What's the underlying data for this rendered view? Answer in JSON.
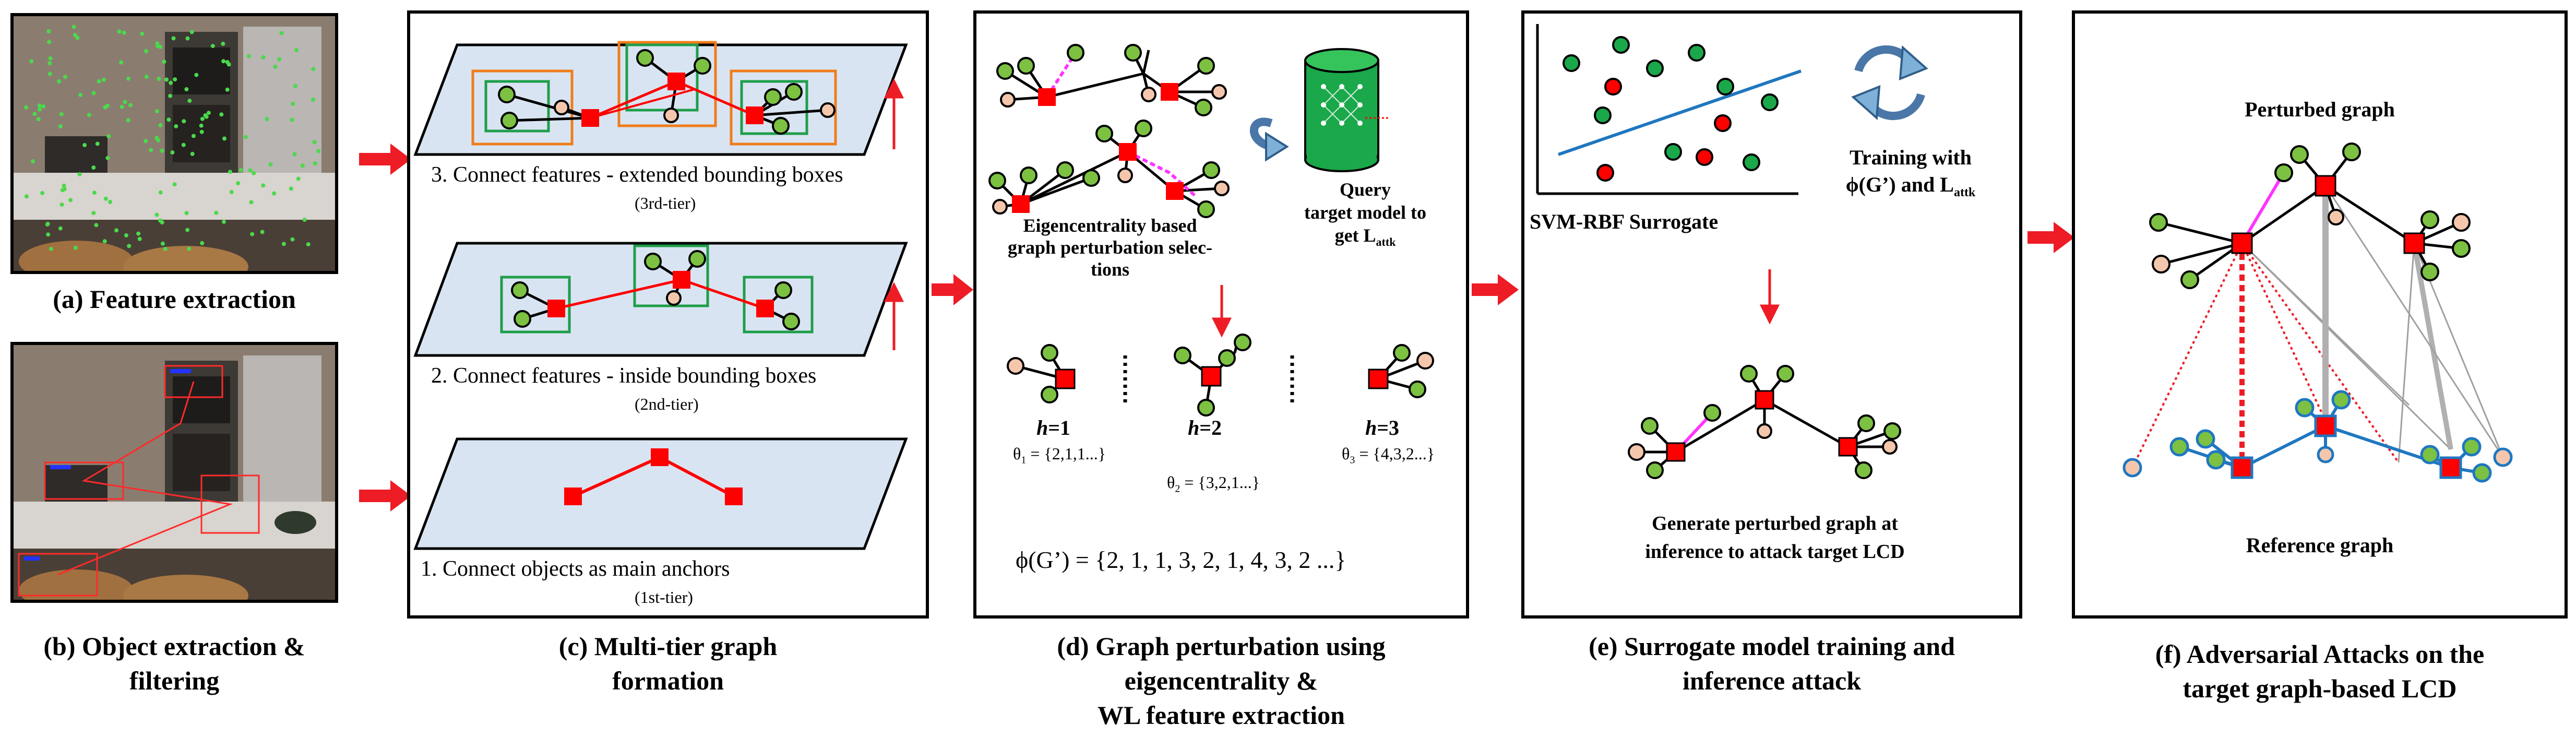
{
  "captions": {
    "a": "(a) Feature extraction",
    "b_line1": "(b) Object extraction &",
    "b_line2": "filtering",
    "c_line1": "(c) Multi-tier graph",
    "c_line2": "formation",
    "d_line1": "(d) Graph perturbation using",
    "d_line2": "eigencentrality &",
    "d_line3": "WL feature extraction",
    "e_line1": "(e) Surrogate model training and",
    "e_line2": "inference attack",
    "f_line1": "(f) Adversarial Attacks on the",
    "f_line2": "target graph-based LCD"
  },
  "panel_c": {
    "tier3": "3. Connect features - extended bounding boxes",
    "tier3_sub": "(3rd-tier)",
    "tier2": "2. Connect features - inside bounding boxes",
    "tier2_sub": "(2nd-tier)",
    "tier1": "1.   Connect objects as main anchors",
    "tier1_sub": "(1st-tier)"
  },
  "panel_d": {
    "eigen_line1": "Eigencentrality based",
    "eigen_line2": "graph perturbation selec-",
    "eigen_line3": "tions",
    "query_line1": "Query",
    "query_line2": "target model to",
    "query_line3": "get L",
    "query_sub": "attk",
    "h1": "=1",
    "h2": "=2",
    "h3": "=3",
    "h_var": "h",
    "theta1": "= {2,1,1...}",
    "theta2": "= {3,2,1...}",
    "theta3": "= {4,3,2...}",
    "theta_sym": "θ",
    "theta1_idx": "1",
    "theta2_idx": "2",
    "theta3_idx": "3",
    "phi": "ϕ(G’) = {2, 1, 1, 3, 2, 1, 4, 3, 2 ...}"
  },
  "panel_e": {
    "svm": "SVM-RBF Surrogate",
    "train_line1": "Training with",
    "train_line2": "ϕ(G’) and L",
    "train_sub": "attk",
    "gen_line1": "Generate perturbed graph at",
    "gen_line2": "inference to attack target LCD"
  },
  "panel_f": {
    "perturbed": "Perturbed graph",
    "reference": "Reference graph"
  },
  "colors": {
    "arrow_red": "#ee1c25",
    "node_red": "#ff0000",
    "node_green": "#7cc142",
    "node_peach": "#f4c7ad",
    "box_green": "#1e9e4a",
    "box_orange": "#f07d1a",
    "plane": "#d9e4f2",
    "perturb_magenta": "#ff33ff",
    "ref_blue": "#1f77c0"
  }
}
